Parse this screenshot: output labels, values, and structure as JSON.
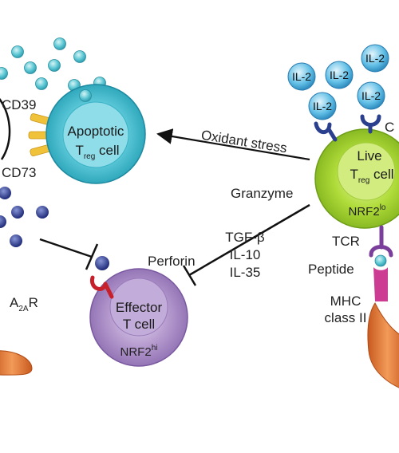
{
  "labels": {
    "cd39": "CD39",
    "cd73": "CD73",
    "oxidant_stress": "Oxidant stress",
    "granzyme": "Granzyme",
    "tgf_beta": "TGF-β",
    "il10": "IL-10",
    "il35": "IL-35",
    "perforin": "Perforin",
    "tcr": "TCR",
    "peptide": "Peptide",
    "mhc": "MHC",
    "class_ii": "class II",
    "a2a_main": "A",
    "a2a_sub": "2A",
    "a2a_end": "R",
    "cd_cut": "C"
  },
  "apoptotic_cell": {
    "line1": "Apoptotic",
    "t_main": "T",
    "t_sub": "reg",
    "t_end": " cell"
  },
  "live_cell": {
    "line1": "Live",
    "t_main": "T",
    "t_sub": "reg",
    "t_end": " cell",
    "nrf2_main": "NRF2",
    "nrf2_sup": "lo"
  },
  "effector_cell": {
    "line1": "Effector",
    "line2": "T cell",
    "nrf2_main": "NRF2",
    "nrf2_sup": "hi"
  },
  "il2_label": "IL-2",
  "colors": {
    "apoptotic_fill": "#4ec5d6",
    "apoptotic_nucleus": "#86dbe6",
    "live_fill": "#a8d832",
    "live_nucleus": "#cdea74",
    "effector_fill": "#a98bc6",
    "effector_nucleus": "#c6b1da",
    "receptor_blue": "#2b3f8f",
    "receptor_red": "#c8202a",
    "receptor_yellow": "#f0c23a",
    "mhc_magenta": "#cc3c92",
    "apc_orange": "#e8803c",
    "adenosine_dot": "#2c3a8c",
    "il2_fill": "#4eb6e2"
  }
}
